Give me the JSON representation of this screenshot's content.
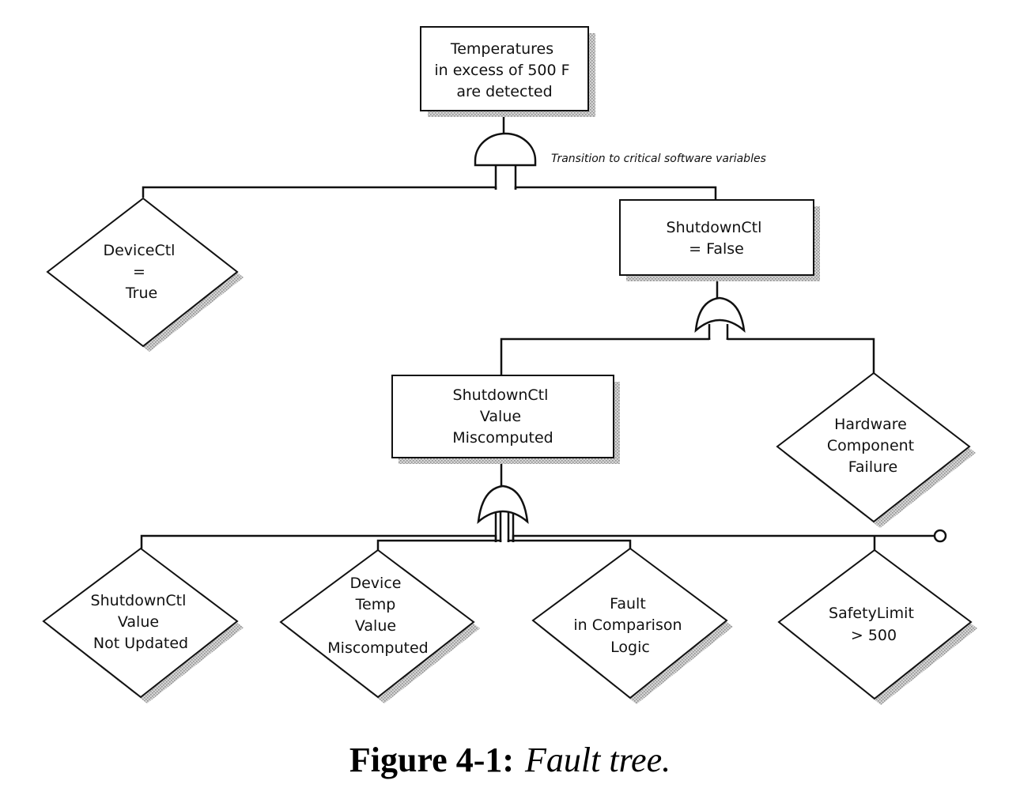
{
  "diagram": {
    "top_event": {
      "lines": [
        "Temperatures",
        "in excess of 500 F",
        "are detected"
      ]
    },
    "annotation": "Transition to critical software variables",
    "device_ctl": {
      "lines": [
        "DeviceCtl",
        "=",
        "True"
      ]
    },
    "shutdown_false": {
      "lines": [
        "ShutdownCtl",
        "= False"
      ]
    },
    "shutdown_miscomputed": {
      "lines": [
        "ShutdownCtl",
        "Value",
        "Miscomputed"
      ]
    },
    "hardware_failure": {
      "lines": [
        "Hardware",
        "Component",
        "Failure"
      ]
    },
    "not_updated": {
      "lines": [
        "ShutdownCtl",
        "Value",
        "Not Updated"
      ]
    },
    "device_temp": {
      "lines": [
        "Device",
        "Temp",
        "Value",
        "Miscomputed"
      ]
    },
    "comparison_fault": {
      "lines": [
        "Fault",
        "in Comparison",
        "Logic"
      ]
    },
    "safety_limit": {
      "lines": [
        "SafetyLimit",
        "> 500"
      ]
    }
  },
  "caption": {
    "number": "Figure 4-1:",
    "title": "Fault tree."
  },
  "colors": {
    "ink": "#111111",
    "shadow": "#bdbdbd"
  }
}
